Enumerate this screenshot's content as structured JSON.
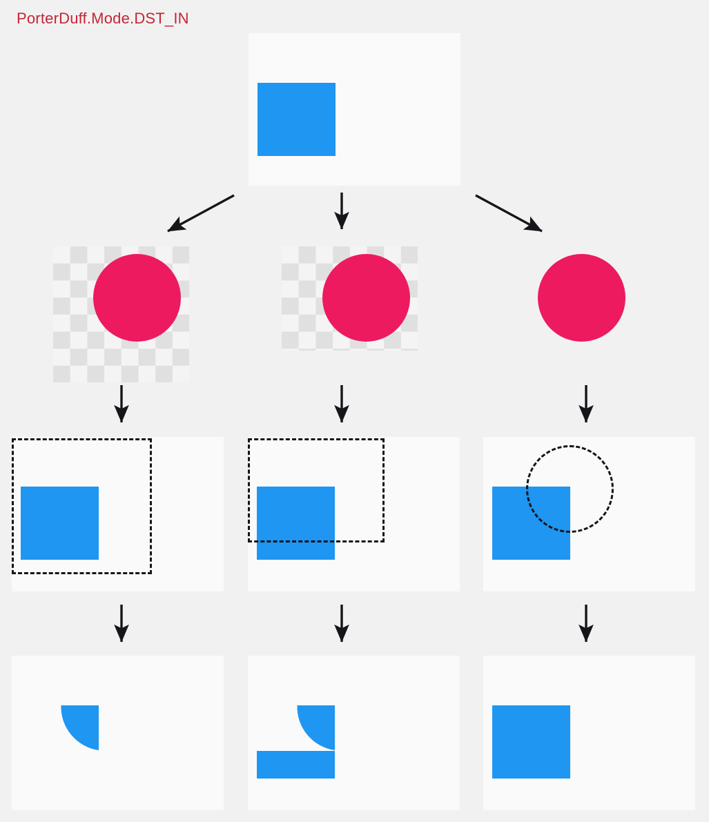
{
  "title": {
    "text": "PorterDuff.Mode.DST_IN",
    "color": "#c62535"
  },
  "colors": {
    "background": "#f1f1f1",
    "panel": "#fafafa",
    "destination_blue": "#1e96f2",
    "source_pink": "#ed1a60",
    "checker_light": "#f4f4f4",
    "checker_dark": "#e0e0e0",
    "stroke": "#15161a"
  },
  "diagram": {
    "mode": "DST_IN",
    "description": "Porter-Duff DST_IN blend: the destination (blue square) is kept only where the source (pink circle) is opaque.",
    "rows": [
      {
        "name": "destination-row",
        "label": "Destination (blue square)"
      },
      {
        "name": "source-row",
        "label": "Source (pink circle) with alpha coverage"
      },
      {
        "name": "overlay-row",
        "label": "Source alpha bounds overlaid on destination"
      },
      {
        "name": "result-row",
        "label": "Blend result"
      }
    ],
    "columns": [
      {
        "name": "column-1",
        "source_coverage": "checkerboard-square-larger-than-circle",
        "mask_shape": "rectangle",
        "result": "quarter-wedge"
      },
      {
        "name": "column-2",
        "source_coverage": "checkerboard-rectangle-shorter-than-circle",
        "mask_shape": "rectangle",
        "result": "wedge-plus-bottom-band"
      },
      {
        "name": "column-3",
        "source_coverage": "circle-only-no-layer-bounds",
        "mask_shape": "circle",
        "result": "full-square"
      }
    ]
  },
  "source_panel": {
    "name": "destination-source-panel",
    "shape": "blue-square"
  },
  "arrows": [
    {
      "name": "arrow-branch-left",
      "direction": "down-left"
    },
    {
      "name": "arrow-branch-center",
      "direction": "down"
    },
    {
      "name": "arrow-branch-right",
      "direction": "down-right"
    },
    {
      "name": "arrow-col1-row2-to-row3",
      "direction": "down"
    },
    {
      "name": "arrow-col2-row2-to-row3",
      "direction": "down"
    },
    {
      "name": "arrow-col3-row2-to-row3",
      "direction": "down"
    },
    {
      "name": "arrow-col1-row3-to-row4",
      "direction": "down"
    },
    {
      "name": "arrow-col2-row3-to-row4",
      "direction": "down"
    },
    {
      "name": "arrow-col3-row3-to-row4",
      "direction": "down"
    }
  ]
}
